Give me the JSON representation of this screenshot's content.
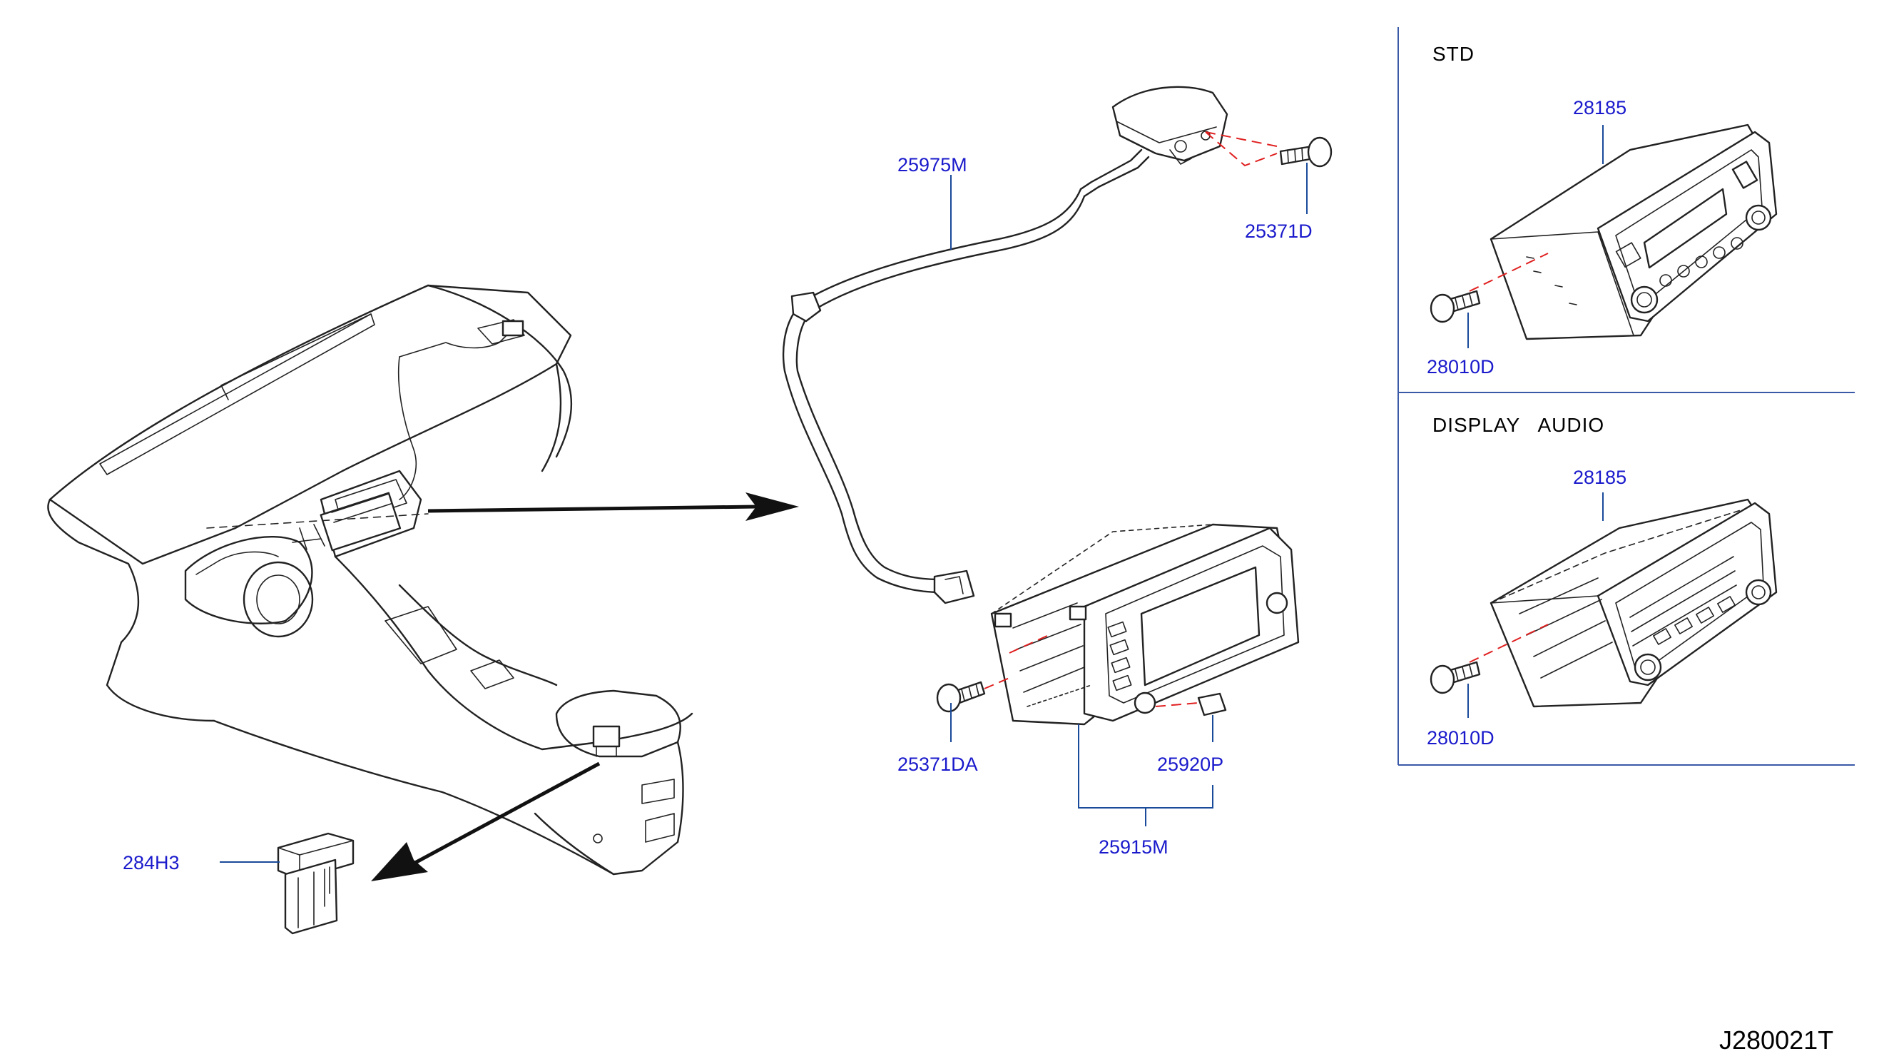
{
  "labels": {
    "p25975M": "25975M",
    "p25371D": "25371D",
    "p25371DA": "25371DA",
    "p25920P": "25920P",
    "p25915M": "25915M",
    "p284H3": "284H3",
    "std_28185": "28185",
    "std_28010D": "28010D",
    "da_28185": "28185",
    "da_28010D": "28010D"
  },
  "sections": {
    "std": "STD",
    "display_audio": "DISPLAY   AUDIO"
  },
  "diagram_id": "J280021T",
  "colors": {
    "label": "#1a1acc",
    "frame": "#3a5aa8",
    "dashed_guide": "#e02020",
    "line": "#222222"
  }
}
